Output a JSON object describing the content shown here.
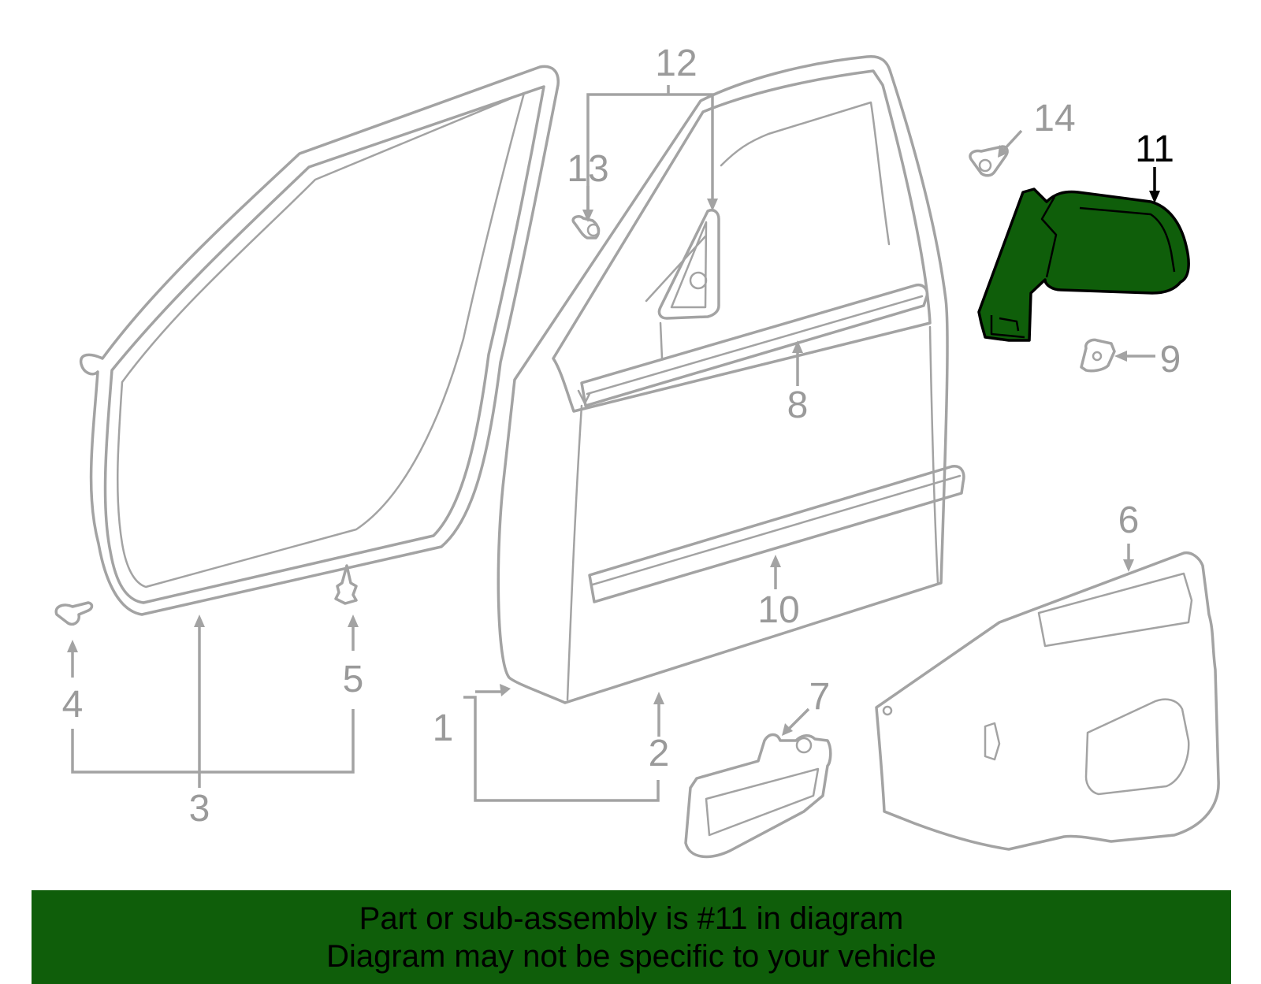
{
  "diagram": {
    "callouts": [
      "1",
      "2",
      "3",
      "4",
      "5",
      "6",
      "7",
      "8",
      "9",
      "10",
      "11",
      "12",
      "13",
      "14"
    ],
    "highlighted_callout": "11",
    "colors": {
      "highlight_fill": "#0f5e0a",
      "line_art": "#a3a3a3",
      "banner_bg": "#0f5e0a"
    }
  },
  "banner": {
    "line1": "Part or sub-assembly is #11 in diagram",
    "line2": "Diagram may not be specific to your vehicle"
  }
}
